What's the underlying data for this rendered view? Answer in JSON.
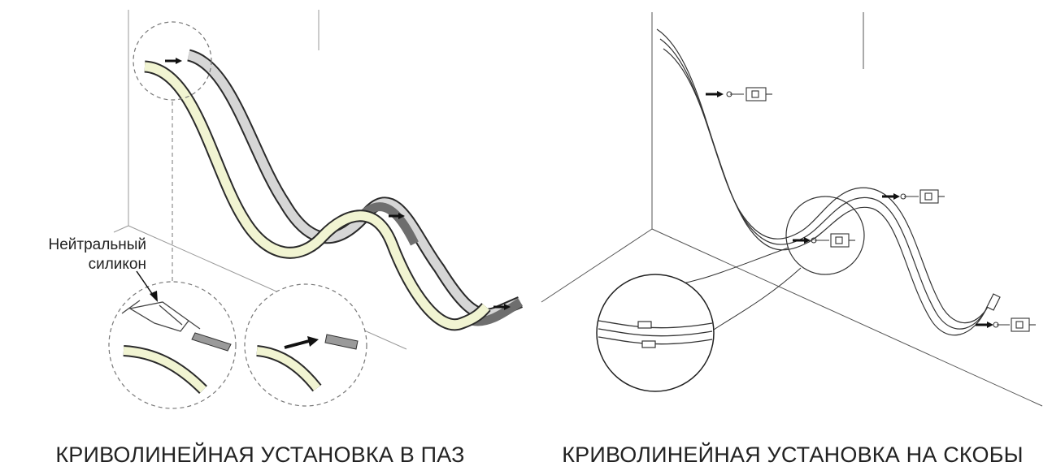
{
  "left_panel": {
    "caption": "КРИВОЛИНЕЙНАЯ УСТАНОВКА В ПАЗ",
    "label_line1": "Нейтральный",
    "label_line2": "силикон"
  },
  "right_panel": {
    "caption": "КРИВОЛИНЕЙНАЯ УСТАНОВКА НА СКОБЫ"
  },
  "colors": {
    "line": "#2a2a2a",
    "thin_line": "#9a9a9a",
    "neon_lit": "#f1f4d2",
    "channel_gray": "#d6d6d6",
    "channel_dark": "#6e6e6e",
    "dashed": "#777777"
  },
  "icons": [
    "arrow-icon",
    "mounting-clip-icon",
    "screw-icon",
    "silicone-gun-icon"
  ]
}
